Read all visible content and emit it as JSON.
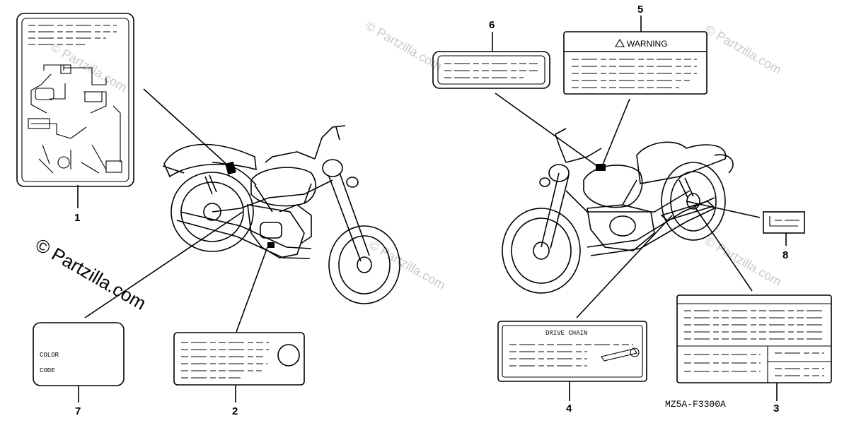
{
  "diagram": {
    "callouts": [
      "1",
      "2",
      "3",
      "4",
      "5",
      "6",
      "7",
      "8"
    ],
    "labels": {
      "warning": "WARNING",
      "drive_chain": "DRIVE CHAIN",
      "color": "COLOR",
      "code": "CODE"
    },
    "part_code": "MZ5A-F3300A",
    "watermark": "© Partzilla.com"
  }
}
